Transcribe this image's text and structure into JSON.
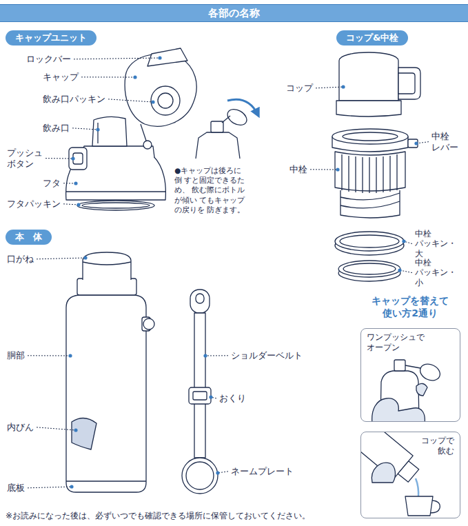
{
  "diagram": {
    "title": "各部の名称",
    "caption": "※お読みになった後は、必ずいつでも確認できる場所に保管しておいてください。",
    "nodes": [
      {
        "text": [
          "キャップユニット"
        ]
      },
      {
        "text": [
          "コップ&中栓"
        ]
      },
      {
        "text": [
          "本　体"
        ]
      },
      {
        "text": [
          "ワンプッシュで オープン"
        ]
      },
      {
        "text": [
          "コップで 飲む"
        ]
      }
    ],
    "labels": [
      "ロックバー",
      "キャップ",
      "飲み口パッキン",
      "飲み口",
      "プッシュ ボタン",
      "フタ",
      "フタパッキン",
      "●キャップは後ろに倒 すと固定できるため、 飲む際にボトルが傾い てもキャップの戻りを 防ぎます。",
      "コップ",
      "中栓 レバー",
      "中栓",
      "中栓 パッキン・大",
      "中栓 パッキン・小",
      "キャップを替えて 使い方2通り",
      "口がね",
      "胴部",
      "内びん",
      "底板",
      "ショルダーベルト",
      "おくり",
      "ネームプレート"
    ]
  }
}
